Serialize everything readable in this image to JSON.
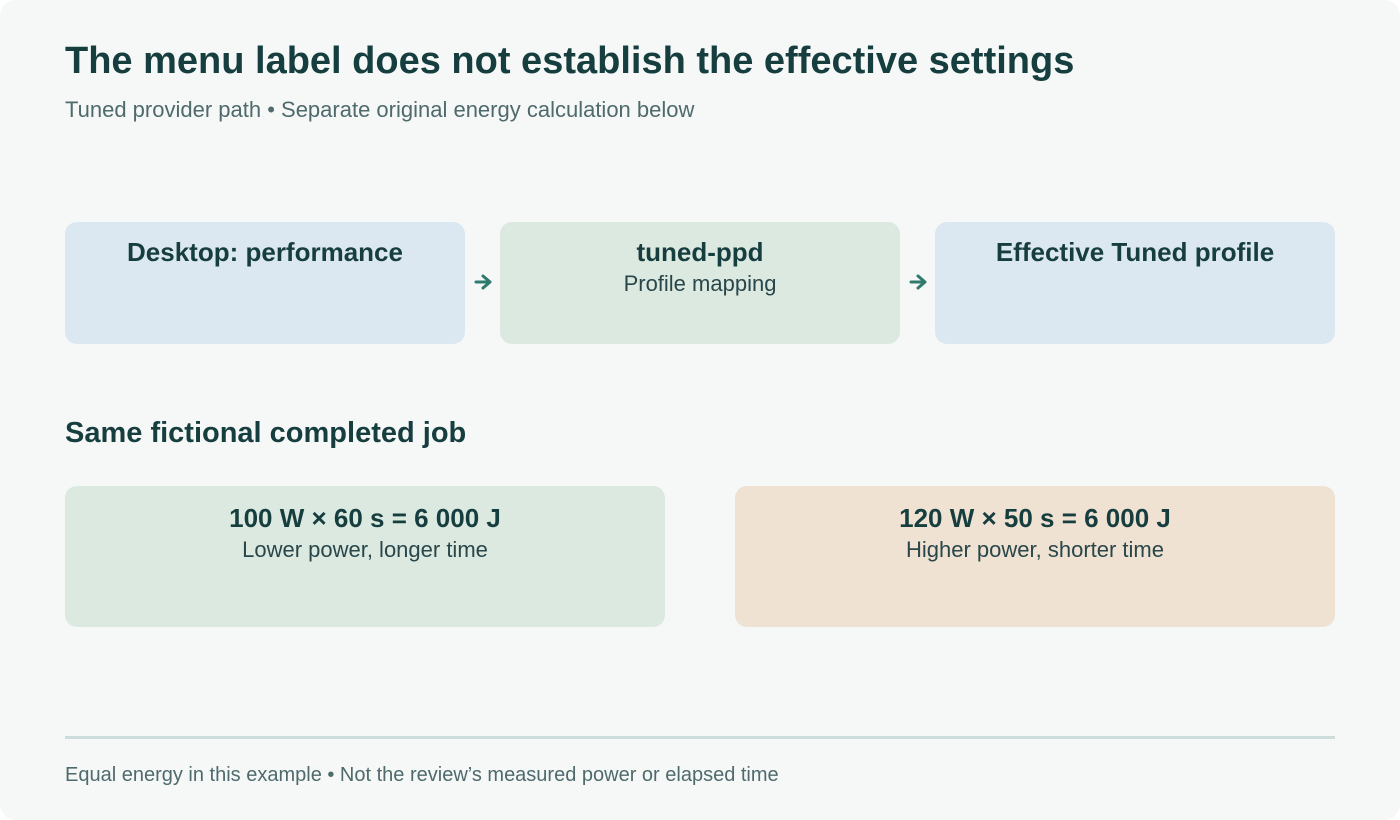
{
  "page": {
    "title": "The menu label does not establish the effective settings",
    "subtitle": "Tuned provider path • Separate original energy calculation below",
    "footer": "Equal energy in this example • Not the review’s measured power or elapsed time"
  },
  "flow": {
    "nodes": [
      {
        "title": "Desktop: performance",
        "subtitle": ""
      },
      {
        "title": "tuned-ppd",
        "subtitle": "Profile mapping"
      },
      {
        "title": "Effective Tuned profile",
        "subtitle": ""
      }
    ],
    "arrow_icon": "arrow-right-icon"
  },
  "section": {
    "title": "Same fictional completed job"
  },
  "calculations": [
    {
      "formula": "100 W × 60 s = 6 000 J",
      "caption": "Lower power, longer time"
    },
    {
      "formula": "120 W × 50 s = 6 000 J",
      "caption": "Higher power, shorter time"
    }
  ],
  "colors": {
    "text_primary": "#173e3f",
    "text_muted": "#4e6a6c",
    "blue_box": "#dce8f1",
    "green_box": "#dce9e1",
    "sand_box": "#efe2d2",
    "arrow": "#2f7a6d",
    "background": "#f6f8f7",
    "divider": "#cddddc"
  }
}
